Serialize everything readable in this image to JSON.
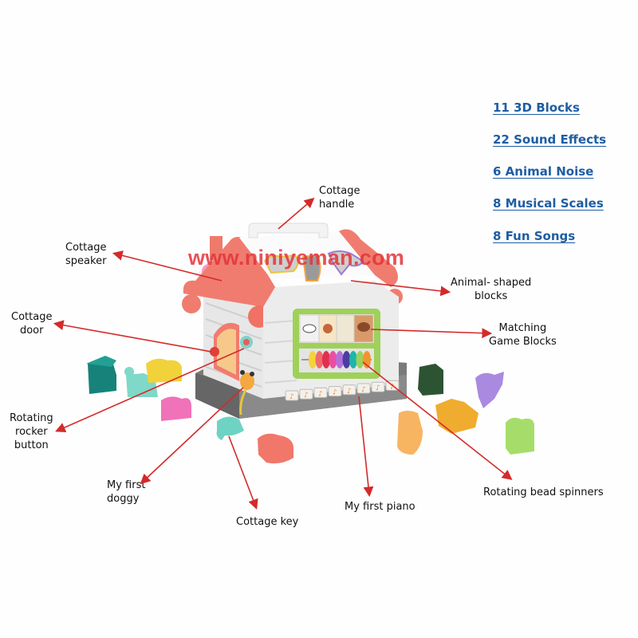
{
  "watermark": "www.niniyeman.com",
  "features": [
    {
      "label": "11 3D Blocks"
    },
    {
      "label": "22 Sound Effects"
    },
    {
      "label": "6 Animal Noise"
    },
    {
      "label": "8 Musical Scales"
    },
    {
      "label": "8 Fun Songs"
    }
  ],
  "callouts": {
    "handle": {
      "line1": "Cottage",
      "line2": "handle"
    },
    "speaker": {
      "line1": "Cottage",
      "line2": "speaker"
    },
    "door": {
      "line1": "Cottage",
      "line2": "door"
    },
    "animal_blocks": {
      "line1": "Animal- shaped",
      "line2": "blocks"
    },
    "matching": {
      "line1": "Matching",
      "line2": "Game Blocks"
    },
    "rocker": {
      "line1": "Rotating",
      "line2": "rocker",
      "line3": "button"
    },
    "doggy": {
      "line1": "My first",
      "line2": "doggy"
    },
    "key": {
      "line1": "Cottage key"
    },
    "piano": {
      "line1": "My first piano"
    },
    "beads": {
      "line1": "Rotating bead spinners"
    }
  },
  "colors": {
    "feature_text": "#1f5da3",
    "arrow": "#d42a2a",
    "roof": "#f07c6f",
    "frame_green": "#9fd15a",
    "base_gray": "#6d6d6d"
  },
  "bead_colors": [
    "#f5d33a",
    "#f06a6a",
    "#e0304f",
    "#e84fa0",
    "#b66fd8",
    "#4a3fa0",
    "#20b5a8",
    "#9fd15a",
    "#f4942e"
  ]
}
